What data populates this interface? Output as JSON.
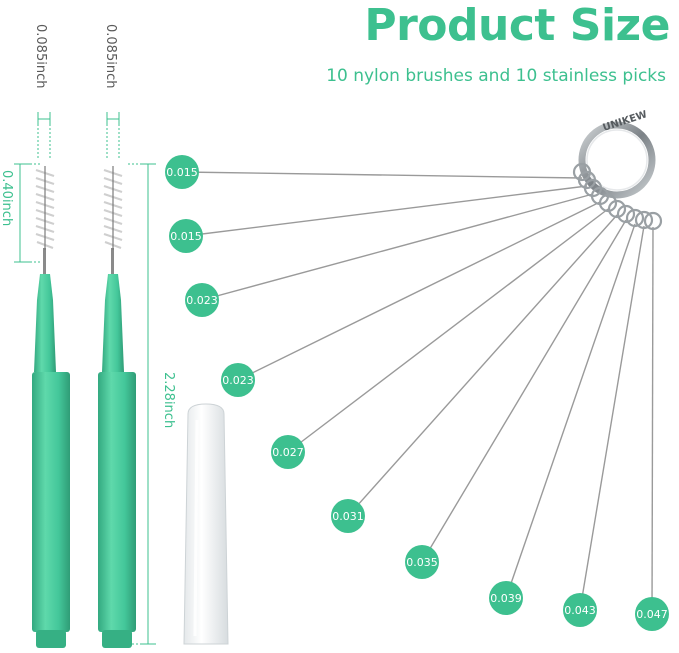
{
  "header": {
    "title": "Product Size",
    "subtitle": "10 nylon brushes and 10 stainless picks"
  },
  "dimensions": {
    "tip_width_left": "0.085inch",
    "tip_width_right": "0.085inch",
    "brush_length": "0.40inch",
    "total_length": "2.28inch"
  },
  "brand": "UNIKEW",
  "picks": [
    {
      "size": "0.015"
    },
    {
      "size": "0.015"
    },
    {
      "size": "0.023"
    },
    {
      "size": "0.023"
    },
    {
      "size": "0.027"
    },
    {
      "size": "0.031"
    },
    {
      "size": "0.035"
    },
    {
      "size": "0.039"
    },
    {
      "size": "0.043"
    },
    {
      "size": "0.047"
    }
  ],
  "colors": {
    "accent": "#3dc08f",
    "handle": "#44c79a",
    "handle_dark": "#33a980",
    "wire": "#9a9a9a"
  }
}
